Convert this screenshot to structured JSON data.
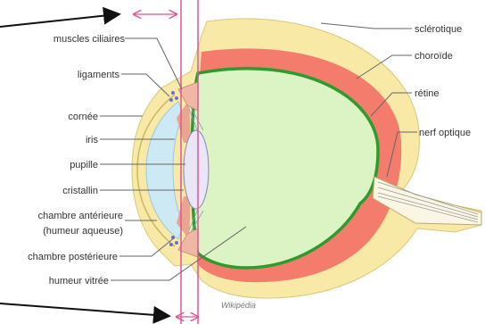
{
  "diagram": {
    "labels_left": [
      {
        "id": "muscles-ciliaires",
        "text": "muscles ciliaires"
      },
      {
        "id": "ligaments",
        "text": "ligaments"
      },
      {
        "id": "cornee",
        "text": "cornée"
      },
      {
        "id": "iris",
        "text": "iris"
      },
      {
        "id": "pupille",
        "text": "pupille"
      },
      {
        "id": "cristallin",
        "text": "cristallin"
      },
      {
        "id": "chambre-anterieure",
        "text": "chambre antérieure"
      },
      {
        "id": "humeur-aqueuse",
        "text": "(humeur aqueuse)"
      },
      {
        "id": "chambre-posterieure",
        "text": "chambre postérieure"
      },
      {
        "id": "humeur-vitree",
        "text": "humeur vitrée"
      }
    ],
    "labels_right": [
      {
        "id": "sclerotique",
        "text": "sclérotique"
      },
      {
        "id": "choroide",
        "text": "choroïde"
      },
      {
        "id": "retine",
        "text": "rétine"
      },
      {
        "id": "nerf-optique",
        "text": "nerf optique"
      }
    ],
    "credit": "Wikipédia",
    "colors": {
      "sclera": "#f8eaa6",
      "sclera_stroke": "#d9c87a",
      "choroid": "#f47c6c",
      "retina": "#2e9b2e",
      "vitreous": "#dcf3c4",
      "anterior_chamber": "#cdeaf4",
      "lens": "#eae6f5",
      "iris": "#e9a58f",
      "marker_lines": "#e0559a",
      "arrows": "#111111"
    }
  }
}
